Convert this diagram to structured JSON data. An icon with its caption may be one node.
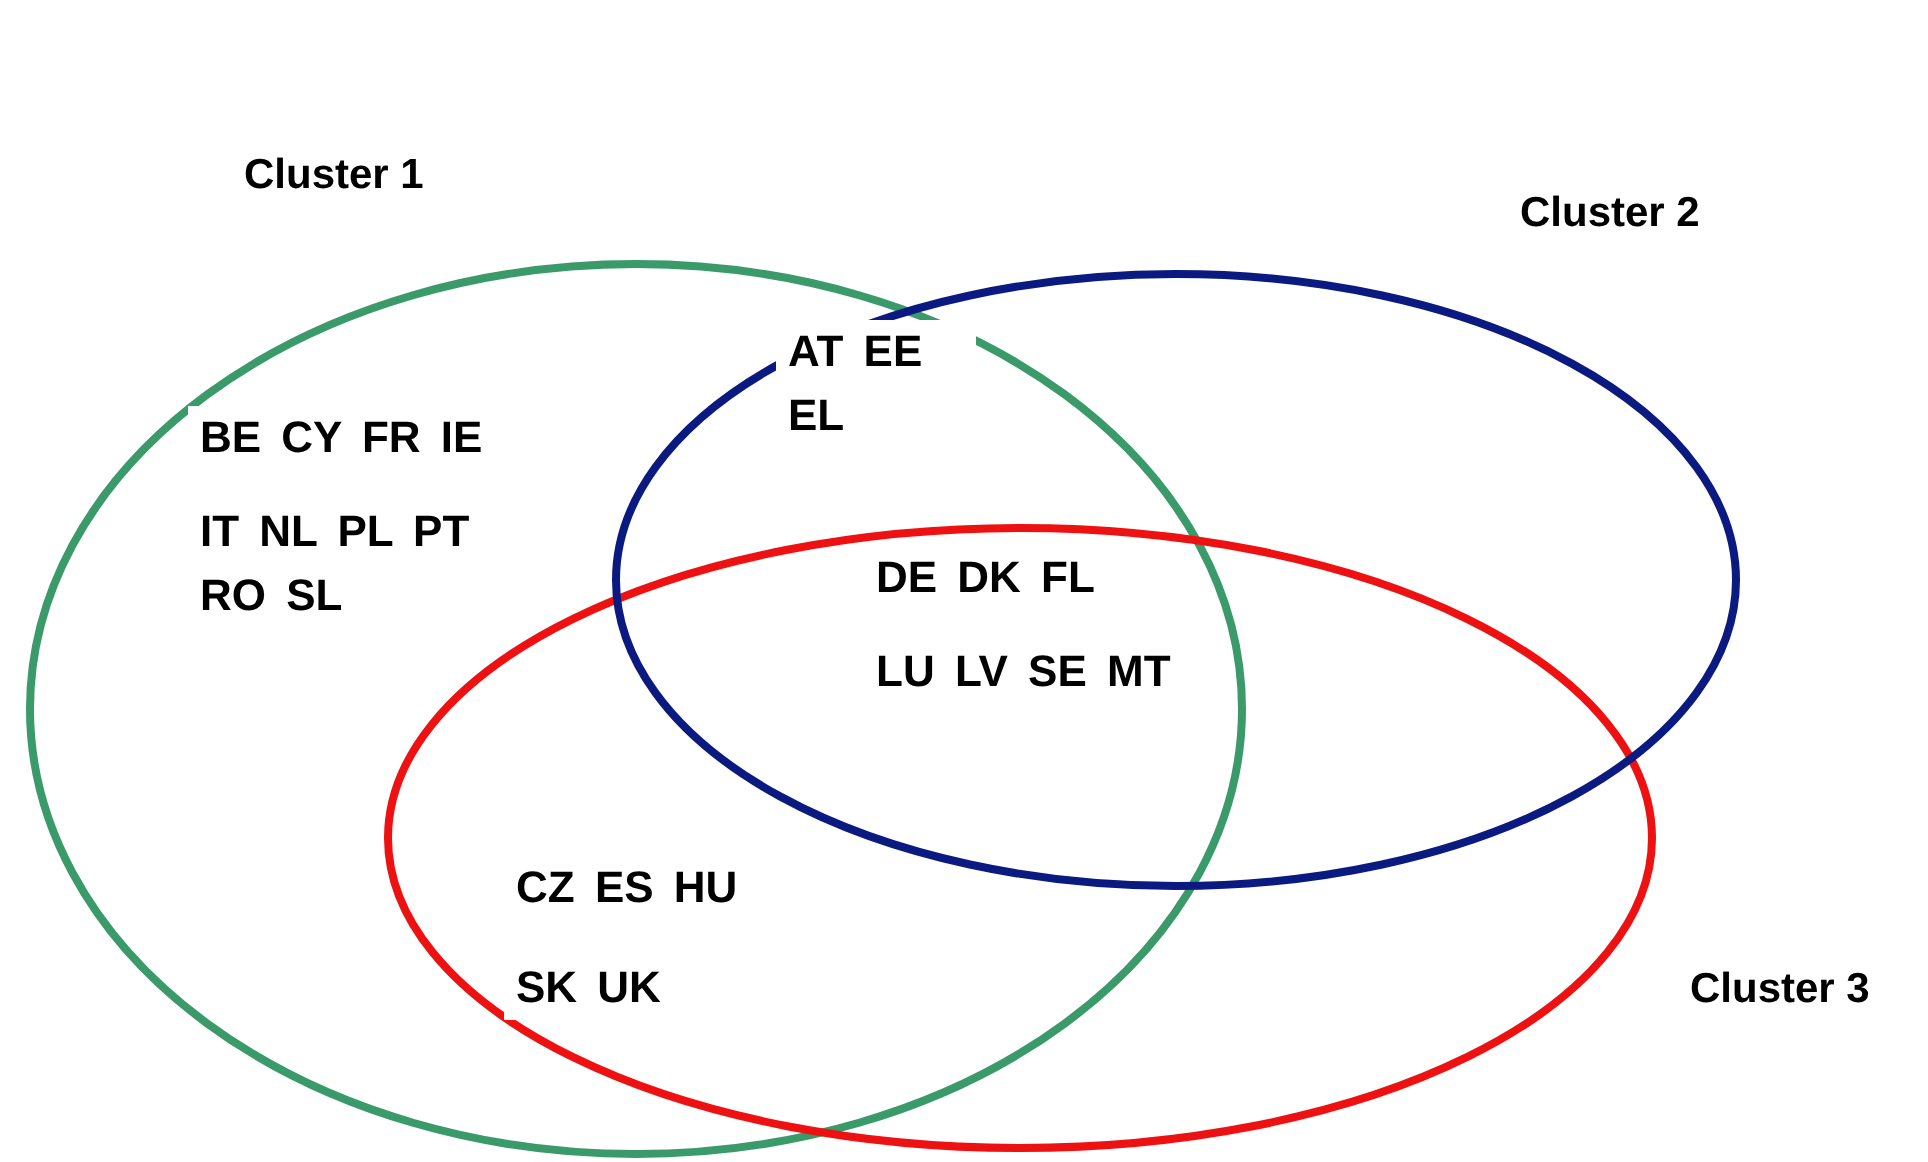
{
  "diagram": {
    "nodes": [
      {
        "text": [
          "Cluster 1"
        ]
      },
      {
        "text": [
          "Cluster 2"
        ]
      },
      {
        "text": [
          "Cluster 3"
        ]
      }
    ],
    "labels": [
      "BE CY FR IE",
      "IT NL PL PT RO SL",
      "AT EE EL",
      "DE DK FL",
      "LU LV SE MT",
      "CZ ES HU",
      "SK UK"
    ]
  }
}
